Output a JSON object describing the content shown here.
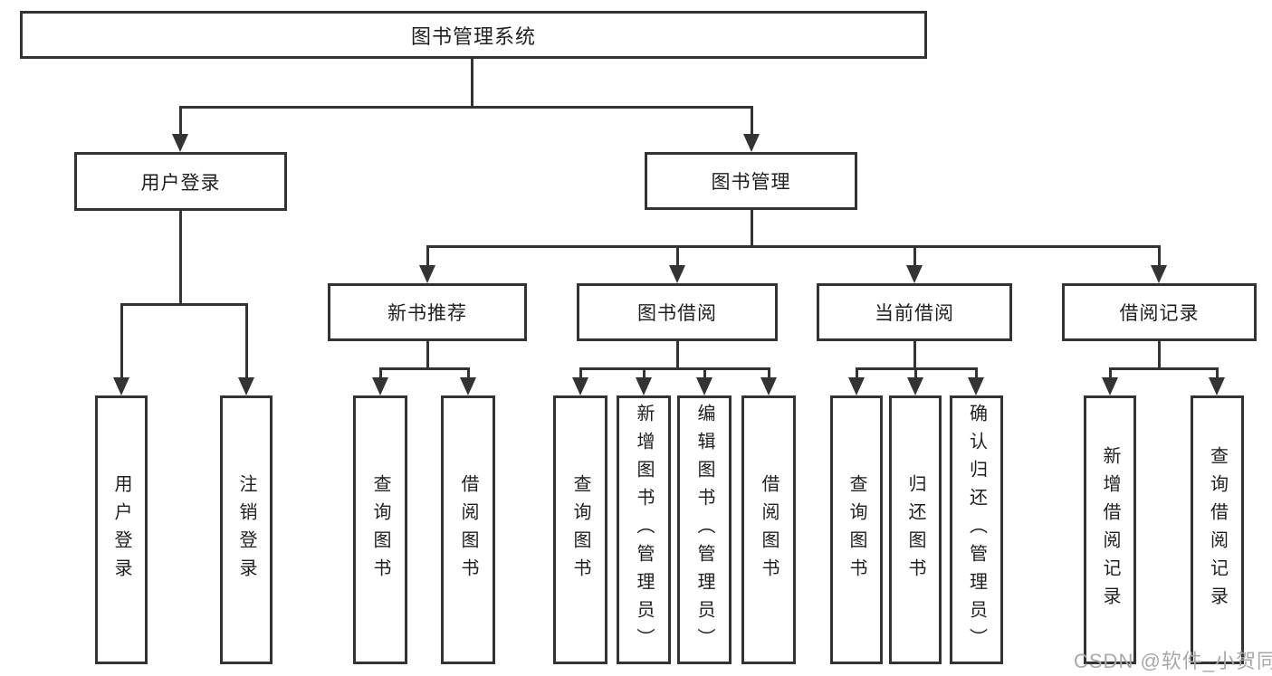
{
  "colors": {
    "line": "#333333",
    "text": "#1f1f1f",
    "background": "#ffffff",
    "watermark": "#a9a9a9"
  },
  "watermark": {
    "text": "CSDN @软件_小贺同学"
  },
  "tree": {
    "root": {
      "label": "图书管理系统"
    },
    "branches": [
      {
        "label": "用户登录",
        "children": [
          {
            "label": "用户登录"
          },
          {
            "label": "注销登录"
          }
        ]
      },
      {
        "label": "图书管理",
        "children": [
          {
            "label": "新书推荐",
            "children": [
              {
                "label": "查询图书"
              },
              {
                "label": "借阅图书"
              }
            ]
          },
          {
            "label": "图书借阅",
            "children": [
              {
                "label": "查询图书"
              },
              {
                "label": "新增图书（管理员）"
              },
              {
                "label": "编辑图书（管理员）"
              },
              {
                "label": "借阅图书"
              }
            ]
          },
          {
            "label": "当前借阅",
            "children": [
              {
                "label": "查询图书"
              },
              {
                "label": "归还图书"
              },
              {
                "label": "确认归还（管理员）"
              }
            ]
          },
          {
            "label": "借阅记录",
            "children": [
              {
                "label": "新增借阅记录"
              },
              {
                "label": "查询借阅记录"
              }
            ]
          }
        ]
      }
    ]
  }
}
